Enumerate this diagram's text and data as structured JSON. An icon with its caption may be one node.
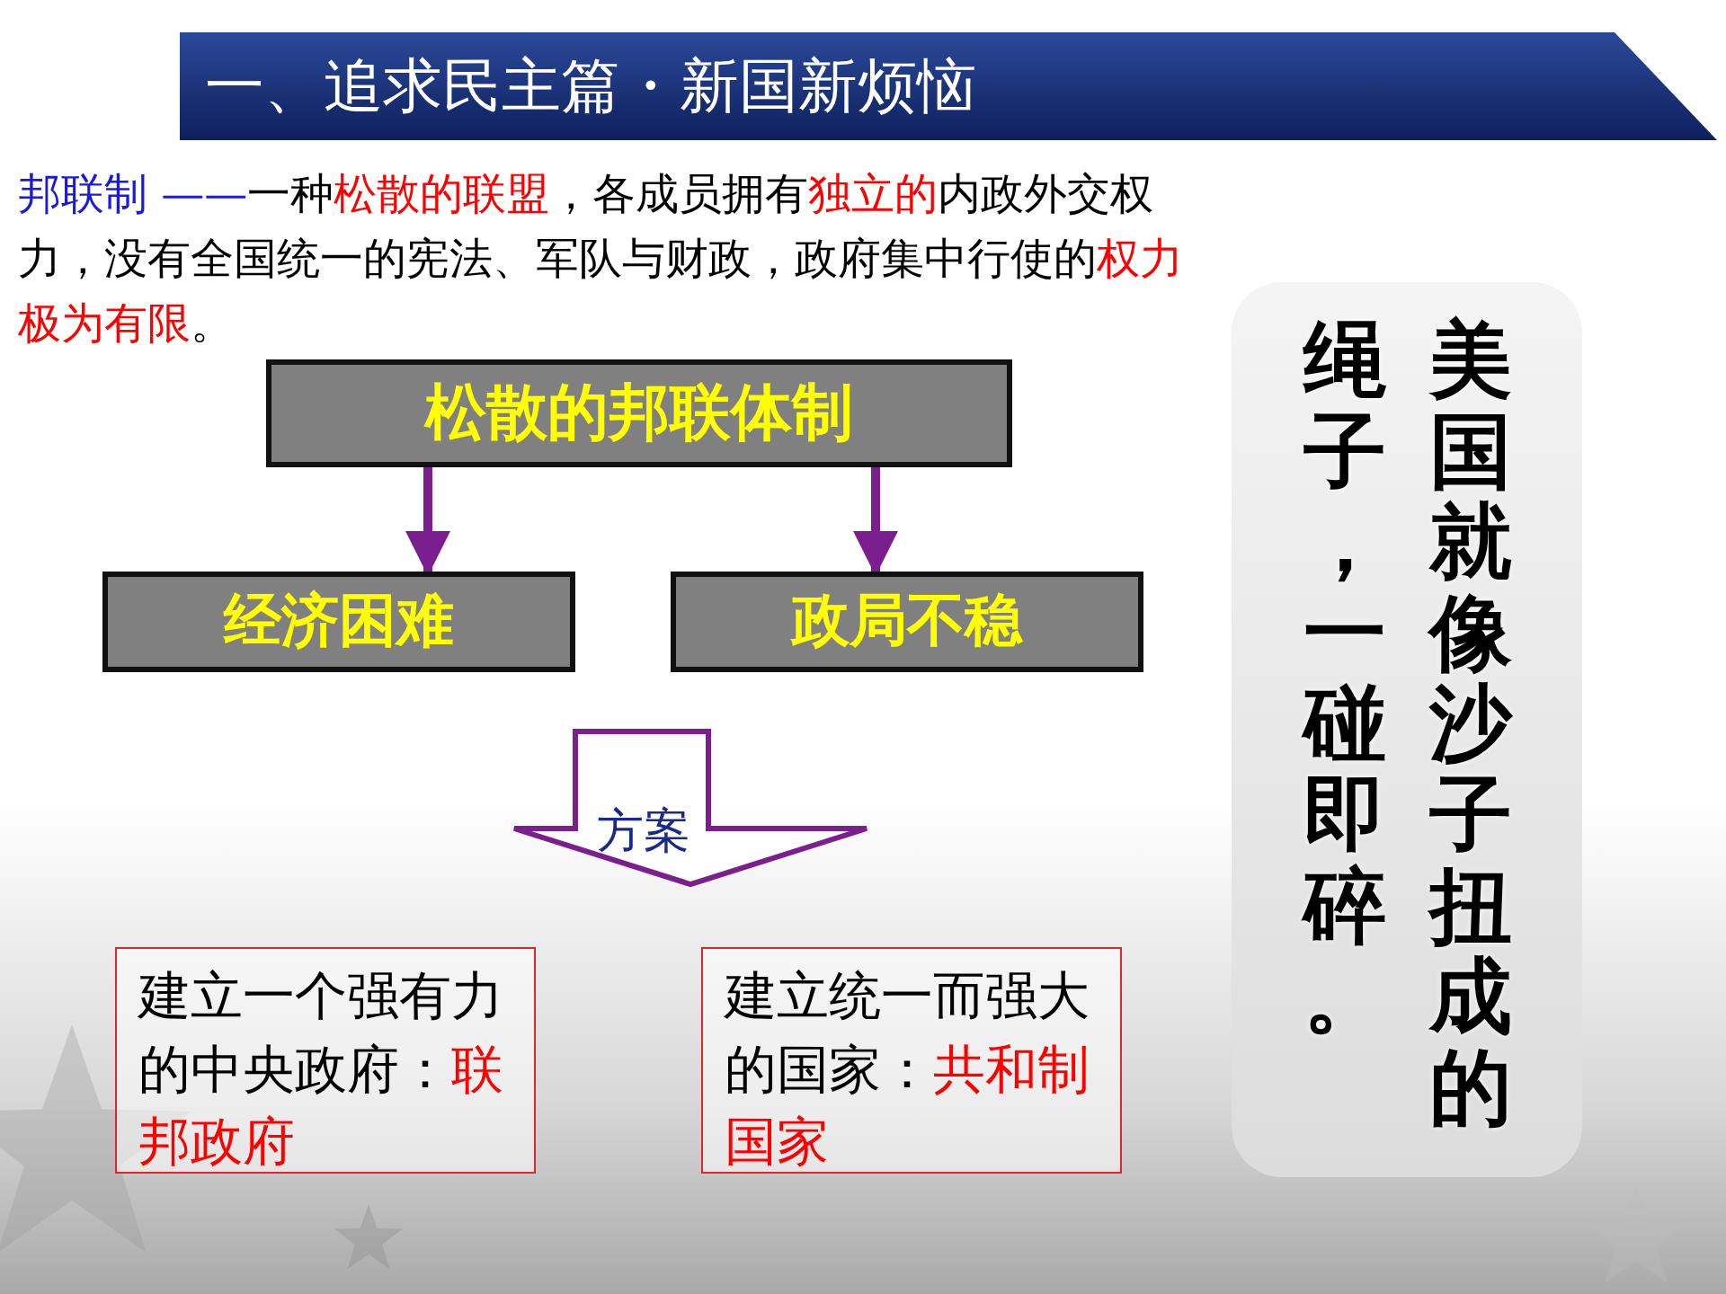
{
  "diagram": {
    "title": "一、追求民主篇・新国新烦恼",
    "nodes": [
      {
        "text": [
          "松散的邦联体制"
        ]
      },
      {
        "text": [
          "经济困难"
        ]
      },
      {
        "text": [
          "政局不稳"
        ]
      },
      {
        "text": [
          "方案"
        ]
      },
      {
        "text": [
          "建立一个强有力的中央政府：**联邦政府**"
        ]
      },
      {
        "text": [
          "建立统一而强大的国家：**共和制国家**"
        ]
      },
      {
        "text": [
          "美国就像沙子扭成的绳子，一碰即碎。"
        ]
      }
    ],
    "edges": [
      {
        "from": 0,
        "to": 1,
        "arrow": "to"
      },
      {
        "from": 0,
        "to": 2,
        "arrow": "to"
      }
    ],
    "labels": [
      "**邦联制 ——**一种**松散的联盟**，各成员拥有**独立的**内政外交权力，没有全国统一的宪法、军队与财政，政府集中行使的**权力极为有限**。"
    ]
  }
}
